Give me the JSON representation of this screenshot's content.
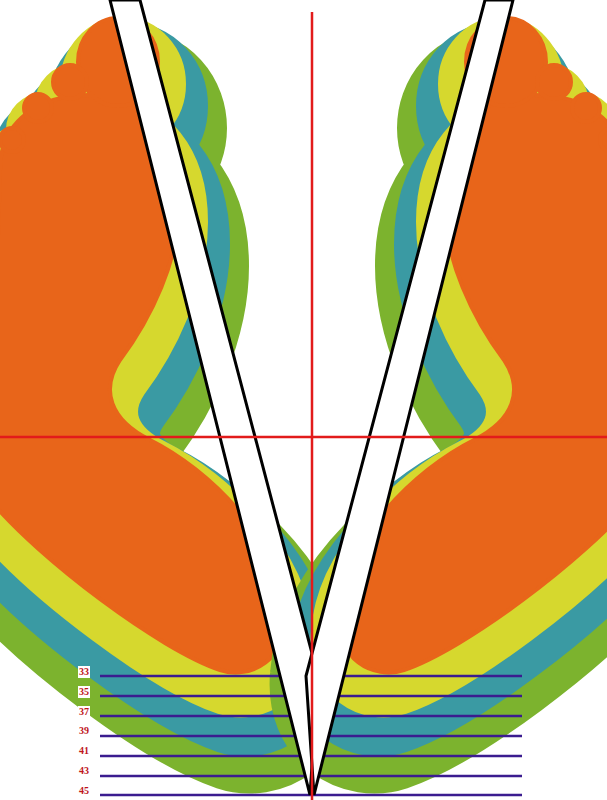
{
  "diagram": {
    "labels": [
      "33",
      "35",
      "37",
      "39",
      "41",
      "43",
      "45"
    ]
  }
}
